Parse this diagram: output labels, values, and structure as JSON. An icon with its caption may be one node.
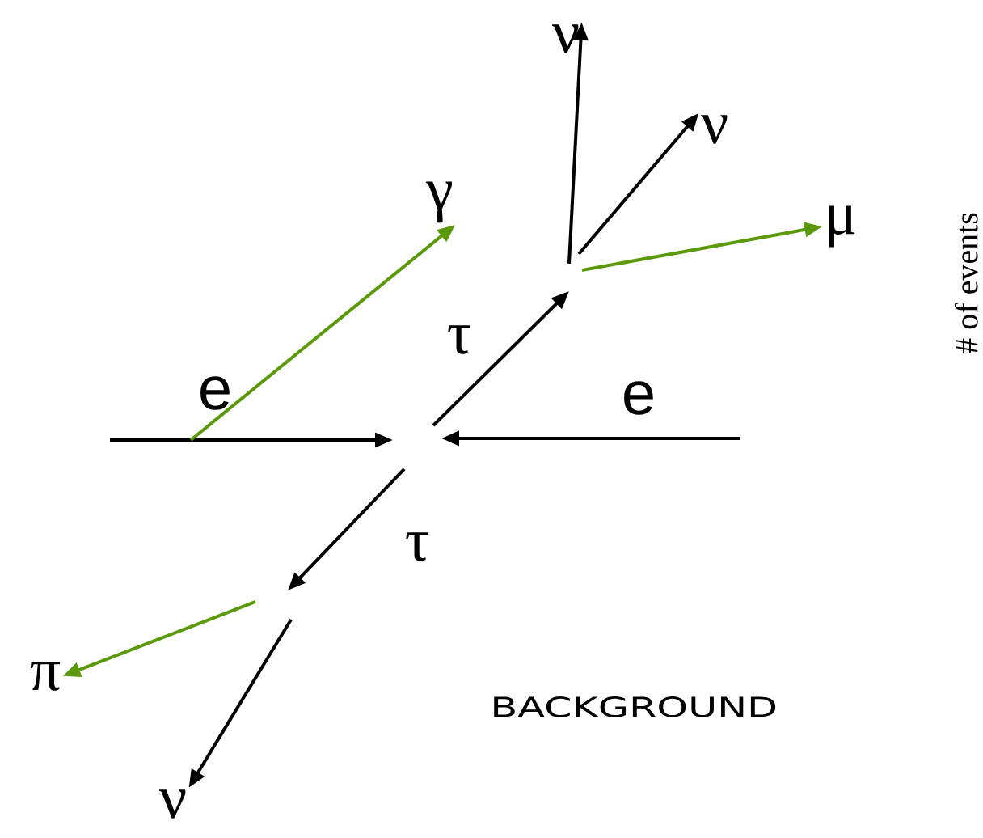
{
  "diagram": {
    "nodes": [
      {
        "text": [
          "ν"
        ]
      },
      {
        "text": [
          "ν"
        ]
      },
      {
        "text": [
          "γ"
        ]
      },
      {
        "text": [
          "μ"
        ]
      },
      {
        "text": [
          "π"
        ]
      },
      {
        "text": [
          "ν"
        ]
      }
    ],
    "edges": [
      {
        "from": null,
        "to": 0,
        "arrow": "to"
      },
      {
        "from": null,
        "to": 1,
        "arrow": "to"
      },
      {
        "from": null,
        "to": 3,
        "arrow": "to",
        "color": "#5a9a0a"
      },
      {
        "from": null,
        "to": 2,
        "arrow": "to",
        "color": "#5a9a0a"
      },
      {
        "from": null,
        "to": 4,
        "arrow": "to",
        "color": "#5a9a0a"
      },
      {
        "from": null,
        "to": 5,
        "arrow": "to"
      }
    ],
    "labels": [
      "# of events",
      "τ",
      "e",
      "e",
      "τ",
      "BACKGROUND"
    ]
  }
}
